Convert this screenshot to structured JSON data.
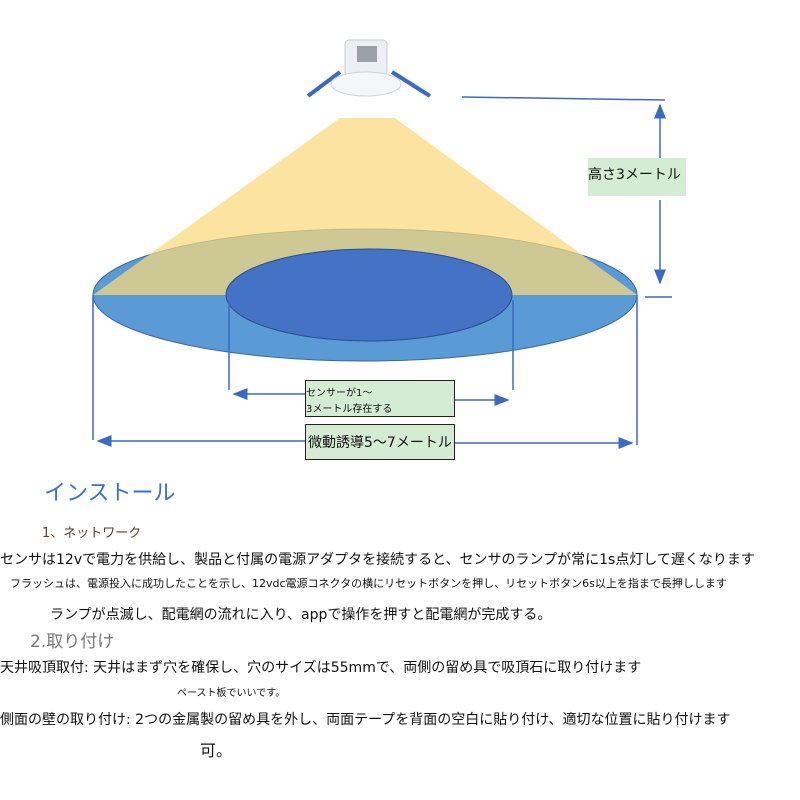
{
  "diagram": {
    "height_label": "高さ3メートル",
    "presence_label_line1": "センサーが1～",
    "presence_label_line2": "3メートル存在する",
    "motion_label": "微動誘導5～7メートル",
    "colors": {
      "cone": "#fbd97c",
      "outer": "#5b9bd5",
      "inner": "#4472c4",
      "arrow": "#3a6bc4",
      "label_bg": "#d5ecd4"
    }
  },
  "doc": {
    "title": "インストール",
    "section1": "1、ネットワーク",
    "para1": "センサは12vで電力を供給し、製品と付属の電源アダプタを接続すると、センサのランプが常に1s点灯して遅くなります",
    "para2": "フラッシュは、電源投入に成功したことを示し、12vdc電源コネクタの横にリセットボタンを押し、リセットボタン6s以上を指まで長押しします",
    "para3": "ランプが点滅し、配電網の流れに入り、appで操作を押すと配電網が完成する。",
    "section2": "2.取り付け",
    "para4": "天井吸頂取付: 天井はまず穴を確保し、穴のサイズは55mmで、両側の留め具で吸頂石に取り付けます",
    "para5": "ペースト板でいいです。",
    "para6": "側面の壁の取り付け: 2つの金属製の留め具を外し、両面テープを背面の空白に貼り付け、適切な位置に貼り付けます",
    "para7": "可。"
  }
}
